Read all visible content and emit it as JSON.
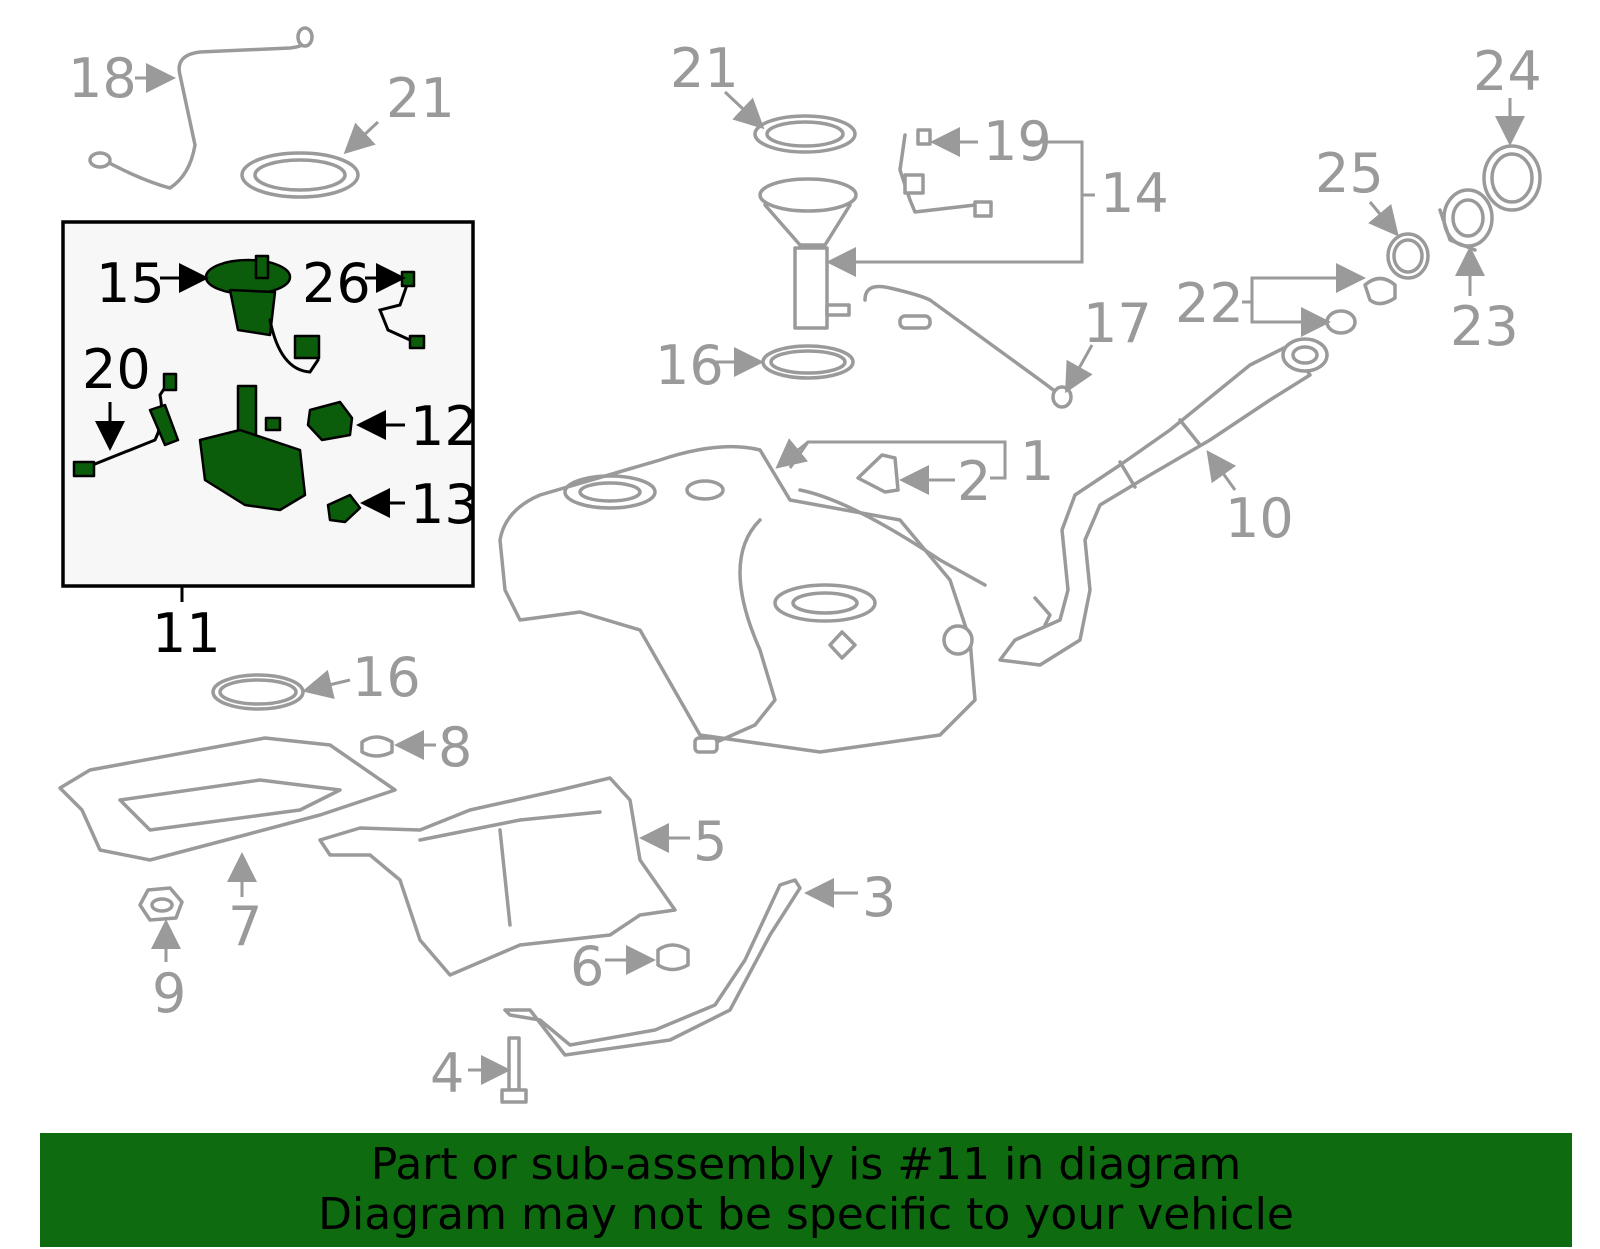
{
  "callouts": {
    "c1": "1",
    "c2": "2",
    "c3": "3",
    "c4": "4",
    "c5": "5",
    "c6": "6",
    "c7": "7",
    "c8": "8",
    "c9": "9",
    "c10": "10",
    "c11": "11",
    "c12": "12",
    "c13": "13",
    "c14": "14",
    "c15": "15",
    "c16a": "16",
    "c16b": "16",
    "c17": "17",
    "c18": "18",
    "c19": "19",
    "c20": "20",
    "c21a": "21",
    "c21b": "21",
    "c22": "22",
    "c23": "23",
    "c24": "24",
    "c25": "25",
    "c26": "26"
  },
  "banner": {
    "line1": "Part or sub-assembly is #11 in diagram",
    "line2": "Diagram may not be specific to your vehicle"
  },
  "colors": {
    "highlight": "#0b5d0b",
    "banner": "#0f6b0f",
    "linework": "#9a9a9a"
  }
}
